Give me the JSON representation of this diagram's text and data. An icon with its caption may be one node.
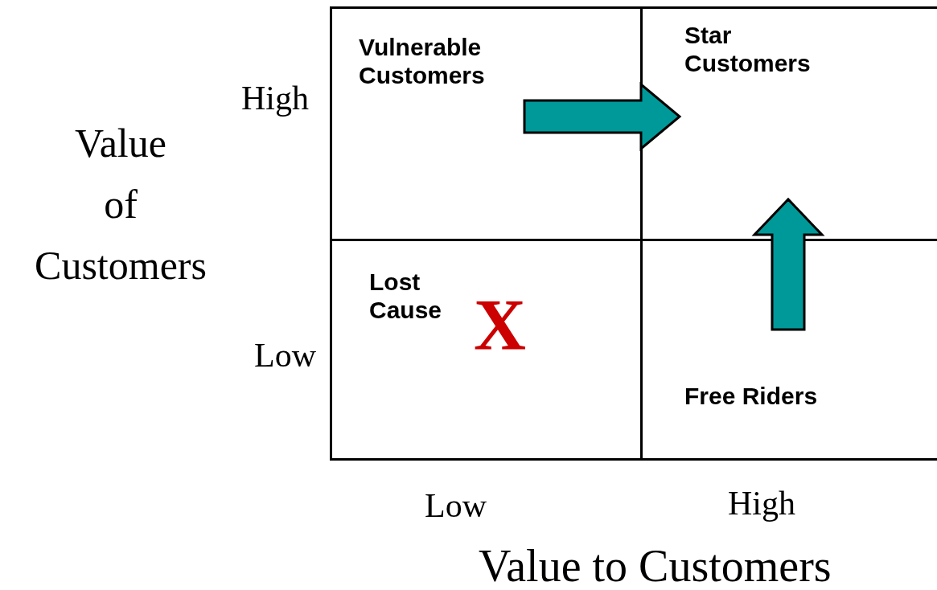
{
  "diagram": {
    "nodes": [
      {
        "text": [
          "Vulnerable Customers"
        ]
      },
      {
        "text": [
          "Star Customers"
        ]
      },
      {
        "text": [
          "Lost Cause",
          "X"
        ]
      },
      {
        "text": [
          "Free Riders"
        ]
      }
    ],
    "edges": [
      {
        "from": 0,
        "to": 1,
        "arrow": "to"
      },
      {
        "from": 3,
        "to": 1,
        "arrow": "to"
      }
    ],
    "labels": [
      "Value of Customers",
      "High",
      "Low",
      "Low",
      "High",
      "Value to Customers"
    ]
  }
}
